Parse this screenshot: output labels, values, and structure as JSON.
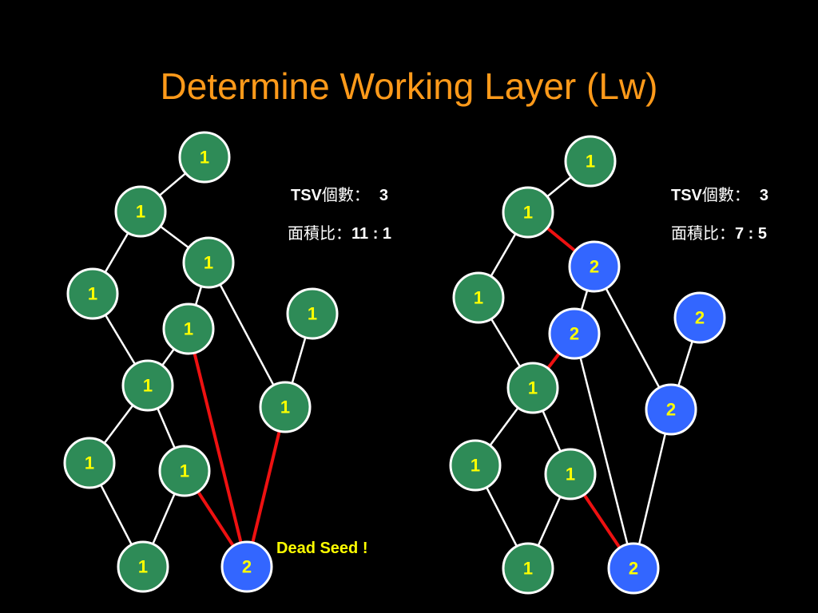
{
  "title": "Determine Working Layer (Lw)",
  "colors": {
    "title": "#ff9a1a",
    "green_node": "#2e8b57",
    "blue_node": "#3366ff",
    "node_border": "#ffffff",
    "node_label": "#ffff00",
    "edge": "#ffffff",
    "highlight_edge": "#ee1111",
    "annotation": "#ffff00",
    "info_text": "#ffffff"
  },
  "diagrams": [
    {
      "tsv_label": "TSV",
      "tsv_cjk": "個數：",
      "tsv_value": "3",
      "area_cjk": "面積比：",
      "area_value": "11 : 1",
      "nodes": [
        {
          "id": "a1",
          "label": "1",
          "layer": 1
        },
        {
          "id": "a2",
          "label": "1",
          "layer": 1
        },
        {
          "id": "a3",
          "label": "1",
          "layer": 1
        },
        {
          "id": "a4",
          "label": "1",
          "layer": 1
        },
        {
          "id": "a5",
          "label": "1",
          "layer": 1
        },
        {
          "id": "a6",
          "label": "1",
          "layer": 1
        },
        {
          "id": "a7",
          "label": "1",
          "layer": 1
        },
        {
          "id": "a8",
          "label": "1",
          "layer": 1
        },
        {
          "id": "a9",
          "label": "1",
          "layer": 1
        },
        {
          "id": "a10",
          "label": "1",
          "layer": 1
        },
        {
          "id": "a11",
          "label": "1",
          "layer": 1
        },
        {
          "id": "a12",
          "label": "2",
          "layer": 2
        }
      ],
      "edges": [
        {
          "from": "a1",
          "to": "a2",
          "highlight": false
        },
        {
          "from": "a2",
          "to": "a3",
          "highlight": false
        },
        {
          "from": "a2",
          "to": "a4",
          "highlight": false
        },
        {
          "from": "a3",
          "to": "a5",
          "highlight": false
        },
        {
          "from": "a3",
          "to": "a9",
          "highlight": false
        },
        {
          "from": "a4",
          "to": "a7",
          "highlight": false
        },
        {
          "from": "a5",
          "to": "a7",
          "highlight": false
        },
        {
          "from": "a6",
          "to": "a9",
          "highlight": false
        },
        {
          "from": "a7",
          "to": "a8",
          "highlight": false
        },
        {
          "from": "a7",
          "to": "a10",
          "highlight": false
        },
        {
          "from": "a8",
          "to": "a11",
          "highlight": false
        },
        {
          "from": "a10",
          "to": "a11",
          "highlight": false
        },
        {
          "from": "a5",
          "to": "a12",
          "highlight": true
        },
        {
          "from": "a9",
          "to": "a12",
          "highlight": true
        },
        {
          "from": "a10",
          "to": "a12",
          "highlight": true
        }
      ],
      "annotation": "Dead Seed !"
    },
    {
      "tsv_label": "TSV",
      "tsv_cjk": "個數：",
      "tsv_value": "3",
      "area_cjk": "面積比：",
      "area_value": "7 : 5",
      "nodes": [
        {
          "id": "b1",
          "label": "1",
          "layer": 1
        },
        {
          "id": "b2",
          "label": "1",
          "layer": 1
        },
        {
          "id": "b3",
          "label": "2",
          "layer": 2
        },
        {
          "id": "b4",
          "label": "1",
          "layer": 1
        },
        {
          "id": "b5",
          "label": "2",
          "layer": 2
        },
        {
          "id": "b6",
          "label": "2",
          "layer": 2
        },
        {
          "id": "b7",
          "label": "1",
          "layer": 1
        },
        {
          "id": "b8",
          "label": "2",
          "layer": 2
        },
        {
          "id": "b9",
          "label": "1",
          "layer": 1
        },
        {
          "id": "b10",
          "label": "1",
          "layer": 1
        },
        {
          "id": "b11",
          "label": "1",
          "layer": 1
        },
        {
          "id": "b12",
          "label": "2",
          "layer": 2
        }
      ],
      "edges": [
        {
          "from": "b1",
          "to": "b2",
          "highlight": false
        },
        {
          "from": "b2",
          "to": "b4",
          "highlight": false
        },
        {
          "from": "b2",
          "to": "b3",
          "highlight": true
        },
        {
          "from": "b3",
          "to": "b5",
          "highlight": false
        },
        {
          "from": "b3",
          "to": "b8",
          "highlight": false
        },
        {
          "from": "b4",
          "to": "b7",
          "highlight": false
        },
        {
          "from": "b5",
          "to": "b7",
          "highlight": true
        },
        {
          "from": "b5",
          "to": "b12",
          "highlight": false
        },
        {
          "from": "b6",
          "to": "b8",
          "highlight": false
        },
        {
          "from": "b7",
          "to": "b9",
          "highlight": false
        },
        {
          "from": "b7",
          "to": "b10",
          "highlight": false
        },
        {
          "from": "b9",
          "to": "b11",
          "highlight": false
        },
        {
          "from": "b10",
          "to": "b11",
          "highlight": false
        },
        {
          "from": "b10",
          "to": "b12",
          "highlight": true
        },
        {
          "from": "b8",
          "to": "b12",
          "highlight": false
        }
      ]
    }
  ]
}
